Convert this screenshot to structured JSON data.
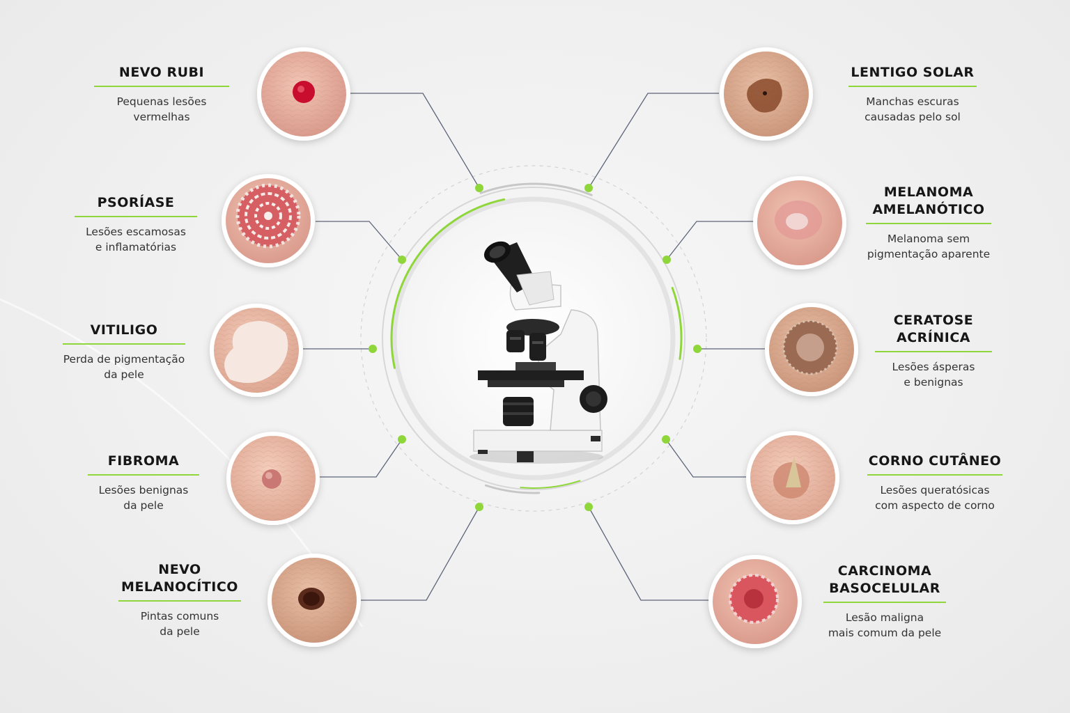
{
  "accent_color": "#8fd63a",
  "line_color": "#5d6478",
  "center_icon": "microscope-icon",
  "lesions": [
    {
      "id": "nevo-rubi",
      "title": "NEVO RUBI",
      "description": "Pequenas lesões\nvermelhas",
      "icon": "cherry-angioma-icon"
    },
    {
      "id": "psoriase",
      "title": "PSORÍASE",
      "description": "Lesões escamosas\ne inflamatórias",
      "icon": "psoriasis-icon"
    },
    {
      "id": "vitiligo",
      "title": "VITILIGO",
      "description": "Perda de pigmentação\nda pele",
      "icon": "vitiligo-icon"
    },
    {
      "id": "fibroma",
      "title": "FIBROMA",
      "description": "Lesões benignas\nda pele",
      "icon": "fibroma-icon"
    },
    {
      "id": "nevo-melanocitico",
      "title": "NEVO\nMELANOCÍTICO",
      "description": "Pintas comuns\nda pele",
      "icon": "mole-icon"
    },
    {
      "id": "lentigo-solar",
      "title": "LENTIGO SOLAR",
      "description": "Manchas escuras\ncausadas pelo sol",
      "icon": "solar-lentigo-icon"
    },
    {
      "id": "melanoma-amelanotico",
      "title": "MELANOMA\nAMELANÓTICO",
      "description": "Melanoma sem\npigmentação aparente",
      "icon": "amelanotic-melanoma-icon"
    },
    {
      "id": "ceratose-acrinica",
      "title": "CERATOSE\nACRÍNICA",
      "description": "Lesões ásperas\ne benignas",
      "icon": "keratosis-icon"
    },
    {
      "id": "corno-cutaneo",
      "title": "CORNO CUTÂNEO",
      "description": "Lesões queratósicas\ncom aspecto de corno",
      "icon": "cutaneous-horn-icon"
    },
    {
      "id": "carcinoma-basocelular",
      "title": "CARCINOMA\nBASOCELULAR",
      "description": "Lesão maligna\nmais comum da pele",
      "icon": "basal-cell-carcinoma-icon"
    }
  ]
}
